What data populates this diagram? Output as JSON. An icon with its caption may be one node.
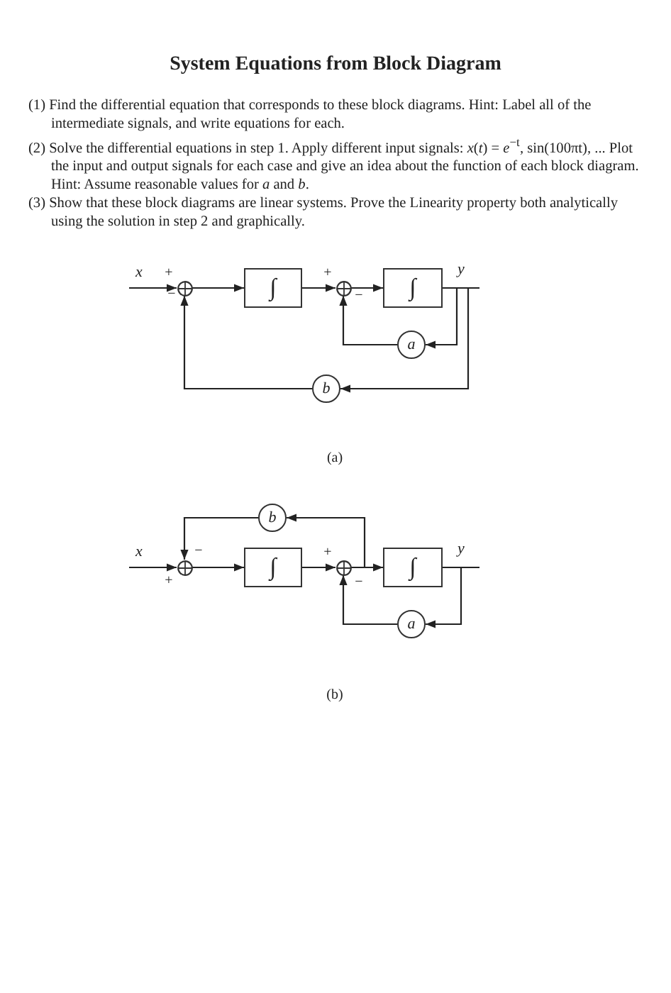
{
  "diagram": {
    "title": "System Equations from Block Diagram",
    "nodes": [
      {
        "text": [
          "x"
        ]
      },
      {
        "text": [],
        "shape": "circle"
      },
      {
        "text": [
          "∫"
        ]
      },
      {
        "text": [],
        "shape": "circle"
      },
      {
        "text": [
          "∫"
        ]
      },
      {
        "text": [
          "y"
        ]
      },
      {
        "text": [
          "a"
        ]
      },
      {
        "text": [
          "b"
        ]
      },
      {
        "text": [
          "x"
        ]
      },
      {
        "text": [],
        "shape": "circle"
      },
      {
        "text": [
          "b"
        ]
      },
      {
        "text": [
          "∫"
        ]
      },
      {
        "text": [],
        "shape": "circle"
      },
      {
        "text": [
          "∫"
        ]
      },
      {
        "text": [
          "y"
        ]
      },
      {
        "text": [
          "a"
        ]
      }
    ],
    "edges": [
      {
        "from": 0,
        "to": 1,
        "arrow": "to"
      },
      {
        "from": 1,
        "to": 2,
        "arrow": "to"
      },
      {
        "from": 2,
        "to": 3,
        "arrow": "to"
      },
      {
        "from": 3,
        "to": 4,
        "arrow": "to"
      },
      {
        "from": 4,
        "to": 5,
        "arrow": "none"
      },
      {
        "from": 4,
        "to": 6,
        "arrow": "to"
      },
      {
        "from": 6,
        "to": 3,
        "arrow": "to"
      },
      {
        "from": 4,
        "to": 7,
        "arrow": "to"
      },
      {
        "from": 7,
        "to": 1,
        "arrow": "to"
      },
      {
        "from": 8,
        "to": 9,
        "arrow": "to"
      },
      {
        "from": 9,
        "to": 11,
        "arrow": "to"
      },
      {
        "from": 11,
        "to": 12,
        "arrow": "to"
      },
      {
        "from": 12,
        "to": 13,
        "arrow": "to"
      },
      {
        "from": 13,
        "to": 14,
        "arrow": "none"
      },
      {
        "from": 12,
        "to": 10,
        "arrow": "to"
      },
      {
        "from": 10,
        "to": 9,
        "arrow": "to"
      },
      {
        "from": 13,
        "to": 15,
        "arrow": "to"
      },
      {
        "from": 15,
        "to": 12,
        "arrow": "to"
      }
    ],
    "labels": [
      "(1) Find the differential equation that corresponds to these block diagrams. Hint: Label all of the intermediate signals, and write equations for each.",
      "(2) Solve the differential equations in step 1. Apply different input signals: *x*(*t*) = *e*$^{−t}$, sin(100πt), ... Plot the input and output signals for each case and give an idea about the function of each block diagram. Hint: Assume reasonable values for *a* and *b*.",
      "(3) Show that these block diagrams are linear systems. Prove the Linearity property both analytically using the solution in step 2 and graphically.",
      "+",
      "−",
      "+",
      "−",
      "(a)",
      "−",
      "+",
      "+",
      "−",
      "(b)"
    ]
  }
}
